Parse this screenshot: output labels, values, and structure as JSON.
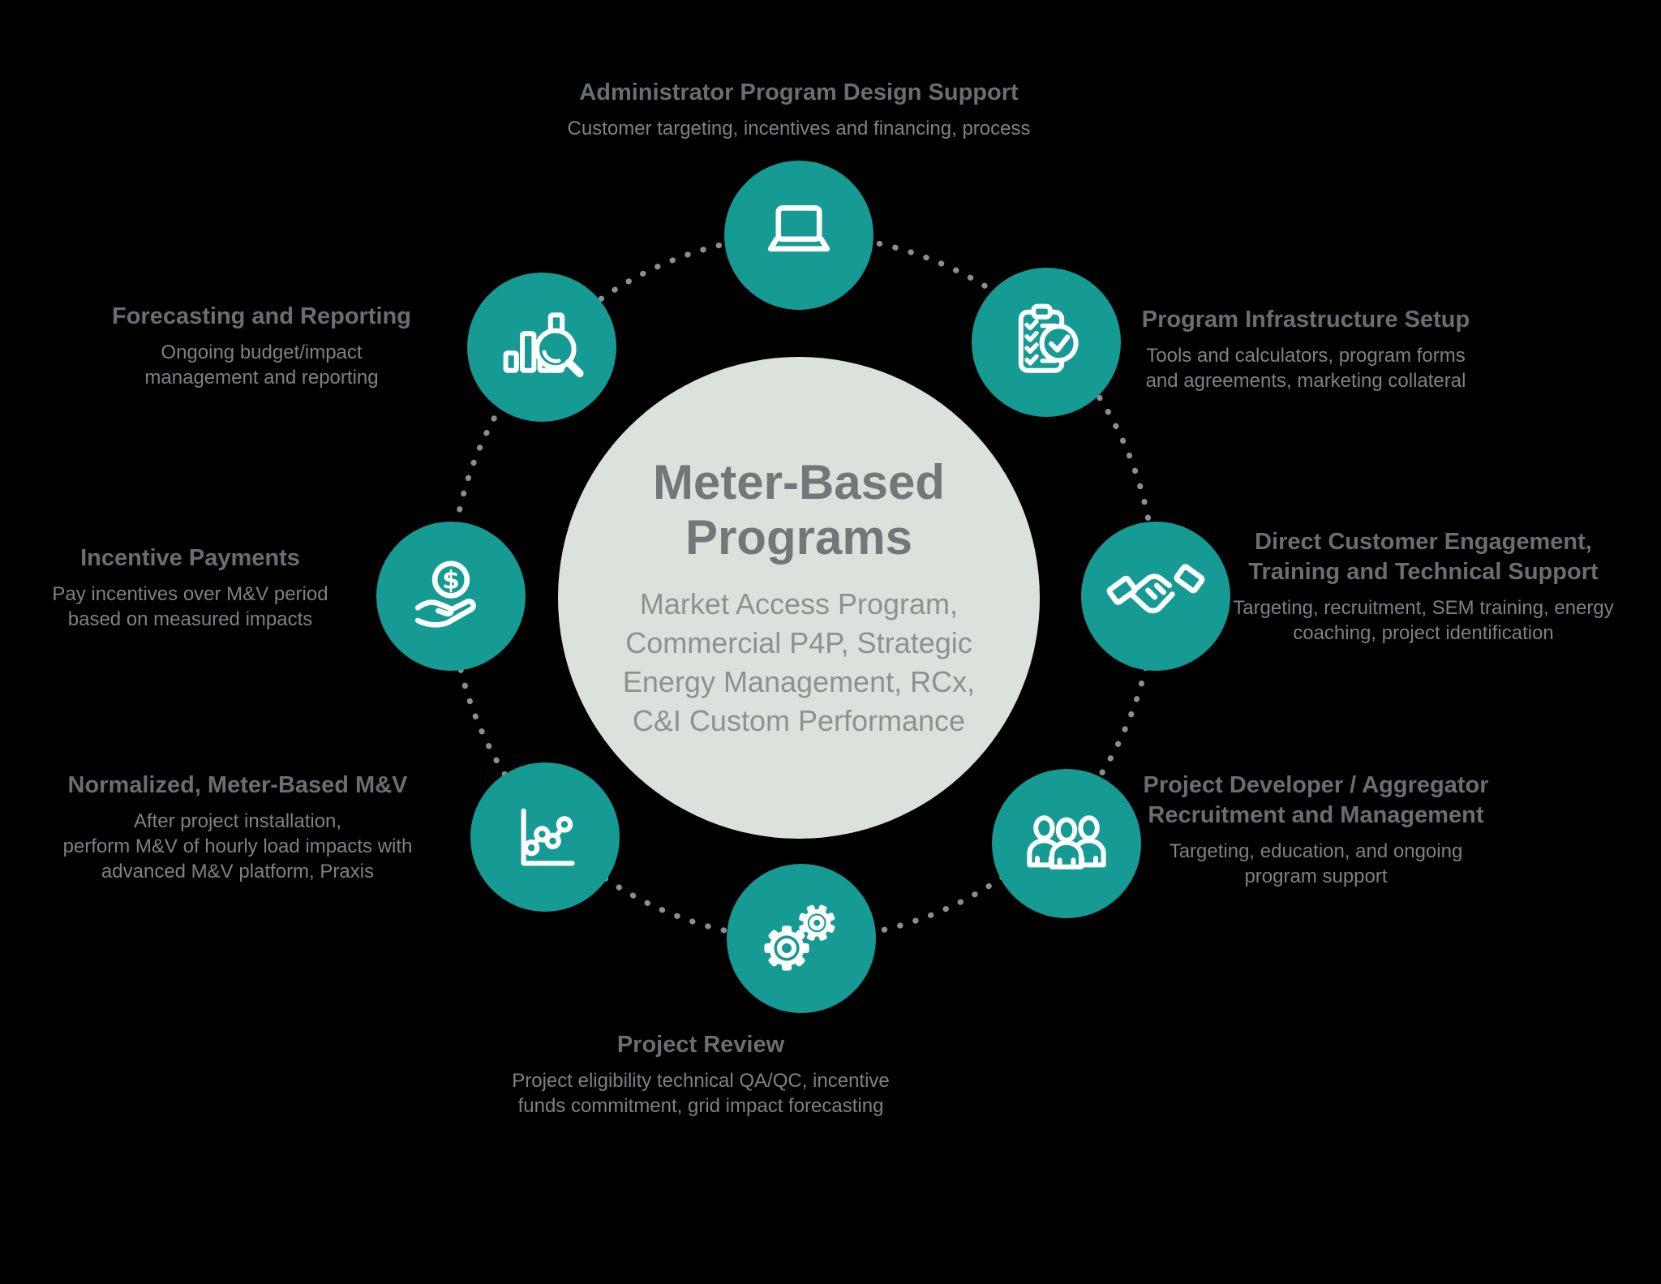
{
  "center": {
    "title_lines": [
      "Meter-Based",
      "Programs"
    ],
    "subtitle_lines": [
      "Market Access Program,",
      "Commercial P4P, Strategic",
      "Energy Management, RCx,",
      "C&I Custom Performance"
    ]
  },
  "nodes": [
    {
      "id": "administrator-program-design-support",
      "icon": "laptop-icon",
      "title_lines": [
        "Administrator Program Design Support"
      ],
      "subtitle_lines": [
        "Customer targeting, incentives and financing, process"
      ]
    },
    {
      "id": "program-infrastructure-setup",
      "icon": "clipboard-checklist-icon",
      "title_lines": [
        "Program Infrastructure Setup"
      ],
      "subtitle_lines": [
        "Tools and calculators, program forms",
        "and agreements, marketing collateral"
      ]
    },
    {
      "id": "direct-customer-engagement",
      "icon": "handshake-icon",
      "title_lines": [
        "Direct Customer Engagement,",
        "Training and Technical Support"
      ],
      "subtitle_lines": [
        "Targeting, recruitment, SEM training, energy",
        "coaching, project identification"
      ]
    },
    {
      "id": "project-developer-aggregator",
      "icon": "people-group-icon",
      "title_lines": [
        "Project Developer / Aggregator",
        "Recruitment and Management"
      ],
      "subtitle_lines": [
        "Targeting, education, and ongoing",
        "program support"
      ]
    },
    {
      "id": "project-review",
      "icon": "gears-icon",
      "title_lines": [
        "Project Review"
      ],
      "subtitle_lines": [
        "Project eligibility technical QA/QC, incentive",
        "funds commitment, grid impact forecasting"
      ]
    },
    {
      "id": "normalized-meter-based-mv",
      "icon": "line-chart-icon",
      "title_lines": [
        "Normalized, Meter-Based M&V"
      ],
      "subtitle_lines": [
        "After project installation,",
        "perform M&V of hourly load impacts with",
        "advanced M&V platform, Praxis"
      ]
    },
    {
      "id": "incentive-payments",
      "icon": "hand-coin-icon",
      "title_lines": [
        "Incentive Payments"
      ],
      "subtitle_lines": [
        "Pay incentives over M&V period",
        "based on measured impacts"
      ]
    },
    {
      "id": "forecasting-and-reporting",
      "icon": "bar-chart-magnifier-icon",
      "title_lines": [
        "Forecasting and Reporting"
      ],
      "subtitle_lines": [
        "Ongoing budget/impact",
        "management and reporting"
      ]
    }
  ],
  "colors": {
    "accent_teal": "#169A94",
    "center_circle_fill": "#DBE2DB",
    "node_title_text": "#696E73",
    "node_subtitle_text": "#7D8186",
    "center_title_text": "#747779",
    "center_subtitle_text": "#8E9193",
    "dotted_ring": "#8C8F92",
    "icon_stroke": "#FFFFFF",
    "background": "#000000"
  },
  "dollar_sign": "$"
}
